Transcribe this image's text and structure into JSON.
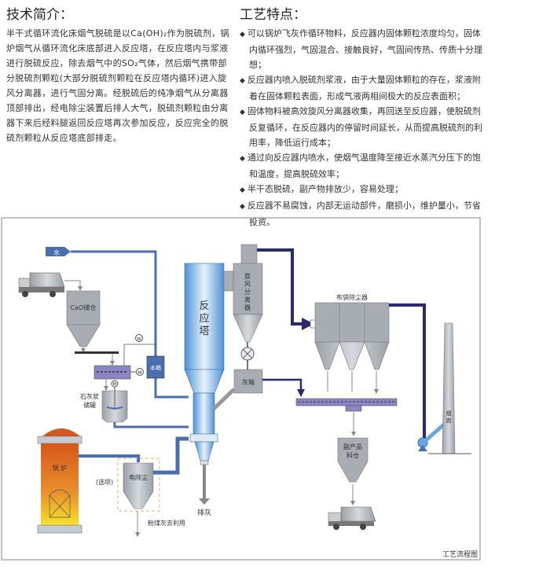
{
  "intro": {
    "title": "技术简介：",
    "text": "半干式循环流化床烟气脱硫是以Ca(OH)₂作为脱硫剂，锅炉烟气从循环流化床底部进入反应塔，在反应塔内与浆液进行脱硫反应，除去烟气中的SO₂气体，然后烟气携带部分脱硫剂颗粒(大部分脱硫剂颗粒在反应塔内循环)进入旋风分离器，进行气固分离。经脱硫后的纯净烟气从分离器顶部排出，经电除尘装置后排人大气，脱硫剂颗粒由分离器下来后经料腿返回反应塔再次参加反应，反应完全的脱硫剂颗粒从反应塔底部排走。"
  },
  "features": {
    "title": "工艺特点：",
    "items": [
      "可以锅炉飞灰作循环物料，反应器内固体颗粒浓度均匀，固体内循环强烈，气固混合、接触良好，气固间传热、传质十分理想；",
      "反应器内喷入脱硫剂浆液，由于大量固体颗粒的存在，浆液附着在固体颗粒表面，形成气液两相间极大的反应表面积；",
      "固体物料被高效旋风分离器收集，再回送至反应器，使脱硫剂反复循环，在反应器内的停留时间延长，从而提高脱硫剂的利用率，降低运行成本；",
      "通过向反应器内喷水，使烟气温度降至接近水蒸汽分压下的饱和温度，提高脱硫效率；",
      "半干态脱硫，副产物排放少，容易处理；",
      "反应器不易腐蚀，内部无运动部件，磨损小，维护量小，节省投资。"
    ]
  },
  "diagram": {
    "water": "水",
    "cao_silo": "CaO储仓",
    "w": "W",
    "m1": "M",
    "m2": "M",
    "water_tank": "水箱",
    "lime_tank": [
      "石灰浆",
      "储罐"
    ],
    "reactor": [
      "反",
      "应",
      "塔"
    ],
    "cyclone": [
      "旋",
      "风",
      "分",
      "离",
      "器"
    ],
    "ash_box": "灰箱",
    "boiler": "锅 炉",
    "esp": "电除尘",
    "optional": "(选项)",
    "fly_ash": "粉煤灰去利用",
    "discharge": "排灰",
    "baghouse": "布袋除尘器",
    "byproduct": [
      "副产品",
      "料仓"
    ],
    "chimney": [
      "烟",
      "囱"
    ],
    "caption": "工艺流程图"
  },
  "colors": {
    "pipe": "#4a6fb0",
    "dark_pipe": "#2a2a6e",
    "gray": "#a8adb3",
    "reactor": "#6aa8e0"
  }
}
